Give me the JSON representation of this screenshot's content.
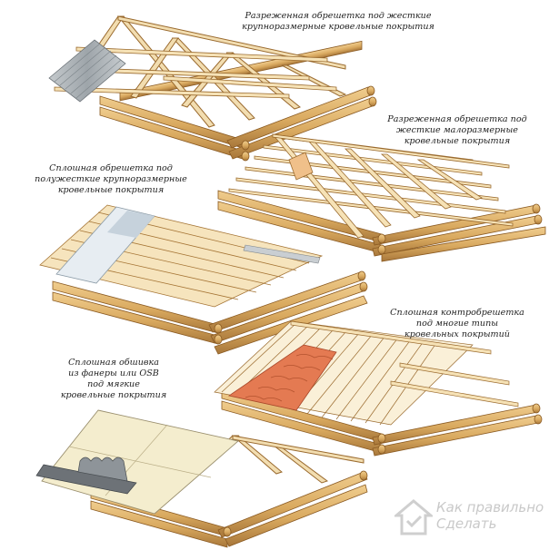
{
  "captions": [
    {
      "id": "cap1",
      "lines": [
        "Разреженная обрешетка под жесткие",
        "крупноразмерные кровельные покрытия"
      ]
    },
    {
      "id": "cap2",
      "lines": [
        "Разреженная обрешетка под",
        "жесткие малоразмерные",
        "кровельные покрытия"
      ]
    },
    {
      "id": "cap3",
      "lines": [
        "Сплошная обрешетка под",
        "полужесткие крупноразмерные",
        "кровельные покрытия"
      ]
    },
    {
      "id": "cap4",
      "lines": [
        "Сплошная контробрешетка",
        "под многие типы",
        "кровельных покрытий"
      ]
    },
    {
      "id": "cap5",
      "lines": [
        "Сплошная обшивка",
        "из фанеры или OSB",
        "под мягкие",
        "кровельные покрытия"
      ]
    }
  ],
  "watermark": {
    "line1": "Как правильно",
    "line2": "Сделать",
    "icon": "house-icon"
  },
  "colors": {
    "wood": "#e2b66f",
    "wood_dark": "#b9863f",
    "slate": "#9fa6ab",
    "tile": "#e27a52",
    "sheathing": "#f1e9c8",
    "felt": "#6e7378"
  }
}
